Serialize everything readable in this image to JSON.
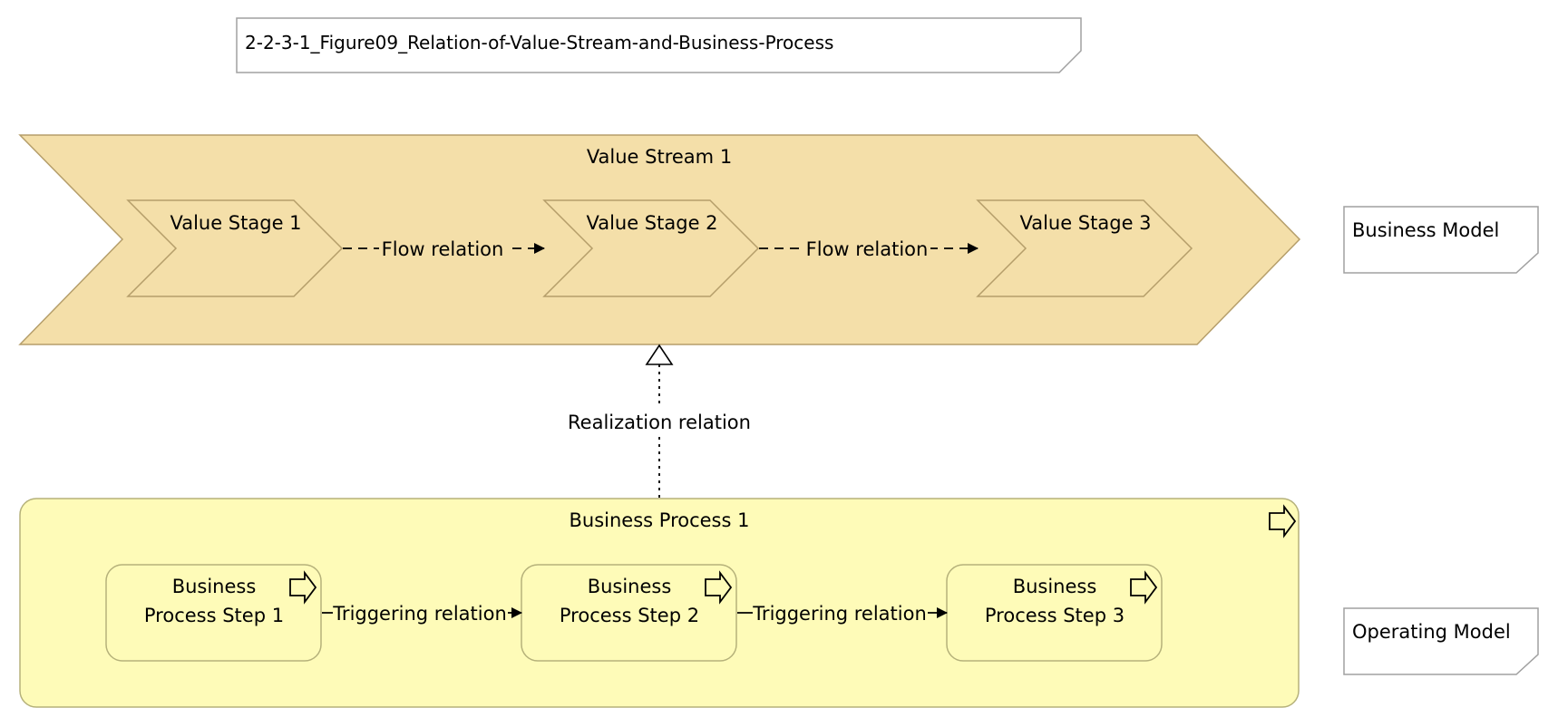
{
  "diagram_title": "2-2-3-1_Figure09_Relation-of-Value-Stream-and-Business-Process",
  "value_stream": {
    "label": "Value Stream 1",
    "color": "#f4dfa9",
    "stages": [
      {
        "label": "Value Stage 1"
      },
      {
        "label": "Value Stage 2"
      },
      {
        "label": "Value Stage 3"
      }
    ],
    "flow_labels": [
      "Flow relation",
      "Flow relation"
    ]
  },
  "realization_label": "Realization relation",
  "business_process": {
    "label": "Business Process 1",
    "color": "#fefbb8",
    "steps": [
      {
        "line1": "Business",
        "line2": "Process Step 1"
      },
      {
        "line1": "Business",
        "line2": "Process Step 2"
      },
      {
        "line1": "Business",
        "line2": "Process Step 3"
      }
    ],
    "trigger_labels": [
      "Triggering relation",
      "Triggering relation"
    ]
  },
  "notes": {
    "business_model": "Business Model",
    "operating_model": "Operating Model"
  },
  "colors": {
    "stroke_value": "#b59e6a",
    "stroke_process": "#b5b17a",
    "note_stroke": "#a0a0a0"
  }
}
